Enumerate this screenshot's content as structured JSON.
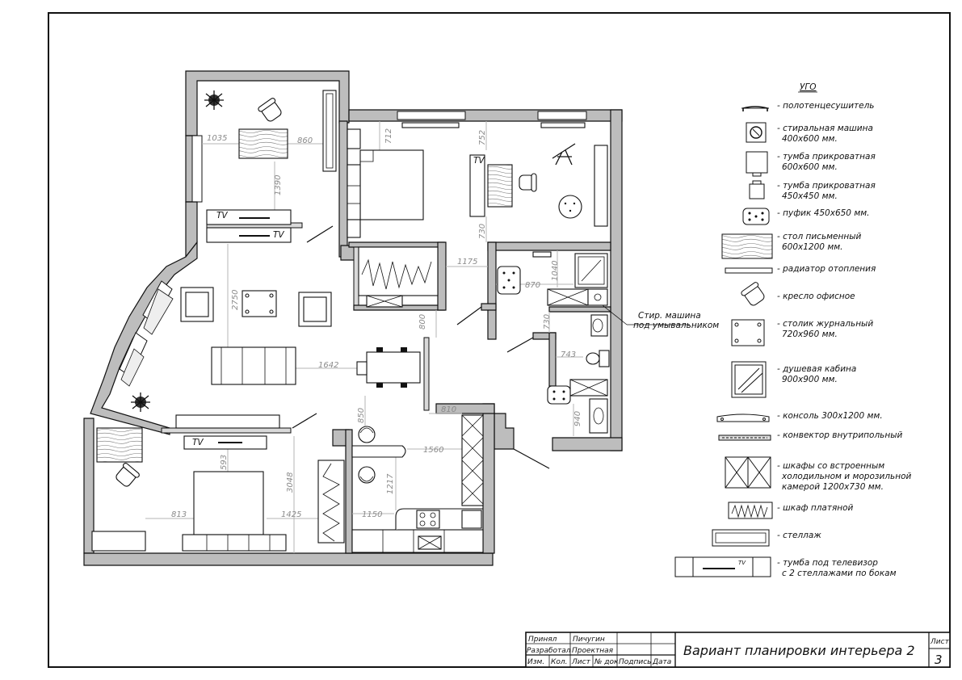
{
  "legend": {
    "title": "УГО",
    "items": [
      {
        "icon": "towel-warmer-icon",
        "lines": [
          "- полотенцесушитель"
        ]
      },
      {
        "icon": "washing-machine-icon",
        "lines": [
          "- стиральная машина",
          "400x600 мм."
        ]
      },
      {
        "icon": "bedside-table-large-icon",
        "lines": [
          "- тумба прикроватная",
          "600x600 мм."
        ]
      },
      {
        "icon": "bedside-table-small-icon",
        "lines": [
          "- тумба прикроватная",
          "450x450 мм."
        ]
      },
      {
        "icon": "pouf-icon",
        "lines": [
          "- пуфик 450x650 мм."
        ]
      },
      {
        "icon": "writing-desk-icon",
        "lines": [
          "- стол письменный",
          "600x1200 мм."
        ]
      },
      {
        "icon": "radiator-icon",
        "lines": [
          "- радиатор отопления"
        ]
      },
      {
        "icon": "office-chair-icon",
        "lines": [
          "- кресло офисное"
        ]
      },
      {
        "icon": "coffee-table-icon",
        "lines": [
          "- столик журнальный",
          "720x960 мм."
        ]
      },
      {
        "icon": "shower-cabin-icon",
        "lines": [
          "- душевая кабина",
          "900x900 мм."
        ]
      },
      {
        "icon": "console-icon",
        "lines": [
          "- консоль 300x1200 мм."
        ]
      },
      {
        "icon": "floor-convector-icon",
        "lines": [
          "- конвектор внутрипольный"
        ]
      },
      {
        "icon": "fridge-cabinets-icon",
        "lines": [
          "- шкафы со встроенным",
          "холодильном и морозильной",
          "камерой 1200x730 мм."
        ]
      },
      {
        "icon": "wardrobe-icon",
        "lines": [
          "- шкаф платяной"
        ]
      },
      {
        "icon": "shelving-icon",
        "lines": [
          "- стеллаж"
        ]
      },
      {
        "icon": "tv-stand-icon",
        "lines": [
          "- тумба под телевизор",
          "с 2 стеллажами по бокам"
        ]
      }
    ]
  },
  "plan": {
    "dimensions": [
      "1035",
      "860",
      "1390",
      "712",
      "752",
      "730",
      "1175",
      "1040",
      "870",
      "730",
      "743",
      "940",
      "2750",
      "800",
      "1642",
      "850",
      "810",
      "1560",
      "1217",
      "1150",
      "593",
      "3048",
      "813",
      "1425"
    ],
    "tv_labels": [
      "TV",
      "TV",
      "TV",
      "TV",
      "TV"
    ],
    "washer_note": [
      "Стир. машина",
      "под умывальником"
    ]
  },
  "title_block": {
    "rows": [
      [
        "Принял",
        "Пичугин"
      ],
      [
        "Разработал",
        "Проектная"
      ]
    ],
    "headers": [
      "Изм.",
      "Кол.",
      "Лист",
      "№ док",
      "Подпись",
      "Дата"
    ],
    "title": "Вариант планировки интерьера 2",
    "sheet_label": "Лист",
    "sheet_number": "3"
  }
}
